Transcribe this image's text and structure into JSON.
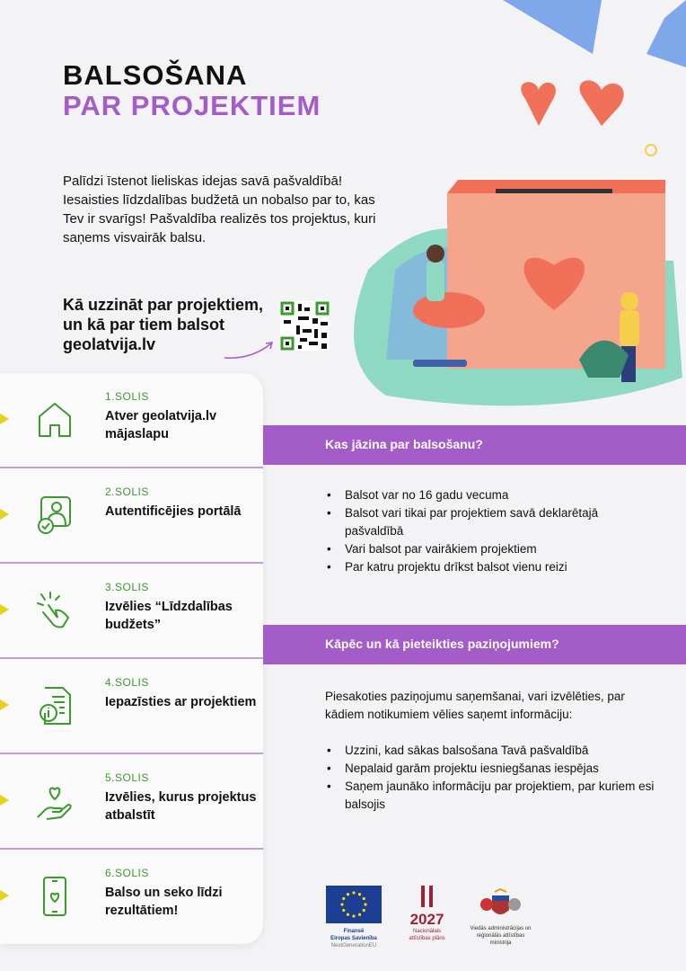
{
  "title": {
    "line1": "BALSOŠANA",
    "line2": "PAR PROJEKTIEM"
  },
  "intro": "Palīdzi īstenot lieliskas idejas savā pašvaldībā! Iesaisties līdzdalības budžetā un nobalso par to, kas Tev ir svarīgs! Pašvaldība realizēs tos projektus, kuri saņems visvairāk balsu.",
  "how_to": "Kā uzzināt par projektiem, un kā par tiem balsot geolatvija.lv",
  "steps": [
    {
      "num": "1.SOLIS",
      "text": "Atver geolatvija.lv mājaslapu",
      "icon": "house-icon"
    },
    {
      "num": "2.SOLIS",
      "text": "Autentificējies portālā",
      "icon": "user-check-icon"
    },
    {
      "num": "3.SOLIS",
      "text": "Izvēlies “Līdzdalības budžets”",
      "icon": "tap-hand-icon"
    },
    {
      "num": "4.SOLIS",
      "text": "Iepazīsties ar projektiem",
      "icon": "document-info-icon"
    },
    {
      "num": "5.SOLIS",
      "text": "Izvēlies, kurus projektus atbalstīt",
      "icon": "hand-heart-icon"
    },
    {
      "num": "6.SOLIS",
      "text": "Balso un seko līdzi rezultātiem!",
      "icon": "phone-heart-icon"
    }
  ],
  "section1": {
    "title": "Kas jāzina par balsošanu?",
    "bullets": [
      "Balsot var no 16 gadu vecuma",
      "Balsot vari tikai par projektiem savā deklarētajā pašvaldībā",
      "Vari balsot par vairākiem projektiem",
      "Par katru projektu drīkst balsot vienu reizi"
    ]
  },
  "section2": {
    "title": "Kāpēc un kā pieteikties paziņojumiem?",
    "intro": "Piesakoties paziņojumu saņemšanai, vari izvēlēties, par kādiem notikumiem vēlies saņemt informāciju:",
    "bullets": [
      "Uzzini, kad sākas balsošana Tavā pašvaldībā",
      "Nepalaid garām projektu iesniegšanas iespējas",
      "Saņem jaunāko informāciju par projektiem, par kuriem esi balsojis"
    ]
  },
  "logos": {
    "eu": [
      "Finansē",
      "Eiropas Savienība",
      "NextGenerationEU"
    ],
    "nap": {
      "year": "2027",
      "text": "Nacionālais attīstības plāns"
    },
    "varam": "Viedās administrācijas un reģionālās attīstības ministrija"
  },
  "colors": {
    "purple": "#a45cc8",
    "green": "#3a9a2c",
    "yellow": "#e5d21c",
    "box": "#f5a58c"
  }
}
